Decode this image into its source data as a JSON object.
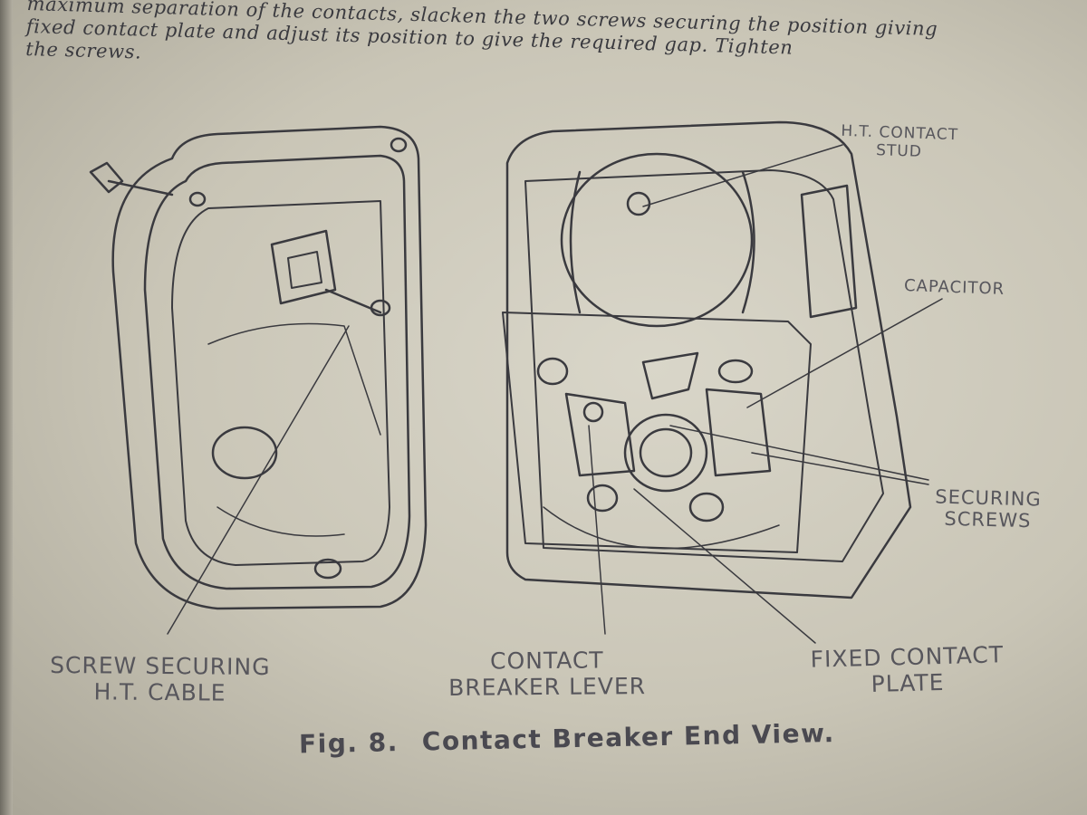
{
  "body_text": {
    "lines": [
      "maximum separation of the contacts, slacken the two screws securing the position giving",
      "fixed contact plate and adjust its position to give the required gap.  Tighten",
      "the screws."
    ]
  },
  "figure": {
    "labels": {
      "ht_contact_stud": [
        "H.T. CONTACT",
        "STUD"
      ],
      "capacitor": [
        "CAPACITOR"
      ],
      "securing_screws": [
        "SECURING",
        "SCREWS"
      ],
      "screw_securing_ht_cable": [
        "SCREW SECURING",
        "H.T. CABLE"
      ],
      "contact_breaker_lever": [
        "CONTACT",
        "BREAKER LEVER"
      ],
      "fixed_contact_plate": [
        "FIXED CONTACT",
        "PLATE"
      ]
    },
    "caption": {
      "number": "Fig. 8.",
      "title": "Contact Breaker End View."
    }
  },
  "colors": {
    "ink": "#3a3a3f",
    "paper": "#d3d0c3"
  }
}
